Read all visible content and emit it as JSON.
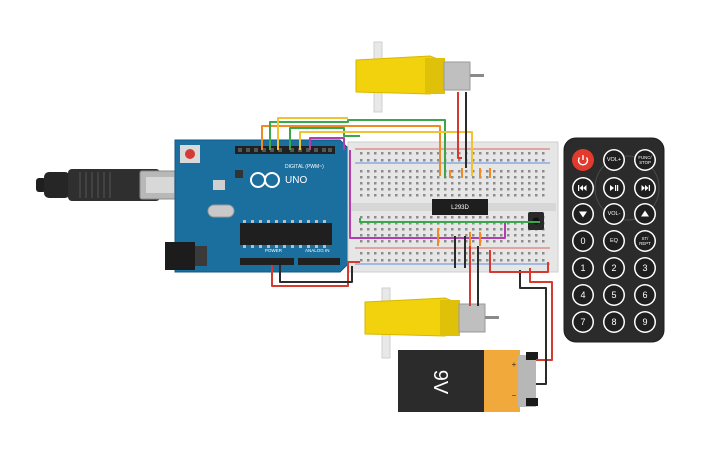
{
  "arduino": {
    "logo_text": "UNO",
    "digital_label": "DIGITAL (PWM~)",
    "power_label": "POWER",
    "analog_label": "ANALOG IN"
  },
  "ic": {
    "label": "L293D"
  },
  "battery": {
    "label": "9V",
    "plus": "+",
    "minus": "−"
  },
  "remote": {
    "buttons": [
      {
        "id": "power",
        "label": "",
        "icon": "power-icon"
      },
      {
        "id": "vol-up",
        "label": "VOL+"
      },
      {
        "id": "func-stop",
        "label": "FUNC/\nSTOP"
      },
      {
        "id": "prev",
        "label": "",
        "icon": "skip-back-icon"
      },
      {
        "id": "play-pause",
        "label": "",
        "icon": "play-pause-icon"
      },
      {
        "id": "next",
        "label": "",
        "icon": "skip-forward-icon"
      },
      {
        "id": "down",
        "label": "",
        "icon": "down-triangle-icon"
      },
      {
        "id": "vol-down",
        "label": "VOL-"
      },
      {
        "id": "up",
        "label": "",
        "icon": "up-triangle-icon"
      },
      {
        "id": "zero",
        "label": "0"
      },
      {
        "id": "eq",
        "label": "EQ"
      },
      {
        "id": "st-rept",
        "label": "ST/\nREPT"
      },
      {
        "id": "one",
        "label": "1"
      },
      {
        "id": "two",
        "label": "2"
      },
      {
        "id": "three",
        "label": "3"
      },
      {
        "id": "four",
        "label": "4"
      },
      {
        "id": "five",
        "label": "5"
      },
      {
        "id": "six",
        "label": "6"
      },
      {
        "id": "seven",
        "label": "7"
      },
      {
        "id": "eight",
        "label": "8"
      },
      {
        "id": "nine",
        "label": "9"
      }
    ]
  },
  "colors": {
    "arduino_board": "#1a6f9e",
    "motor_yellow": "#f2d20d",
    "wire_red": "#d63a2e",
    "wire_black": "#2b2b2b",
    "wire_green": "#3aa84a",
    "wire_yellow": "#f1c232",
    "wire_orange": "#f08a24",
    "wire_purple": "#b23fb0",
    "remote_body": "#2b2b2b",
    "breadboard": "#e6e6e6"
  }
}
